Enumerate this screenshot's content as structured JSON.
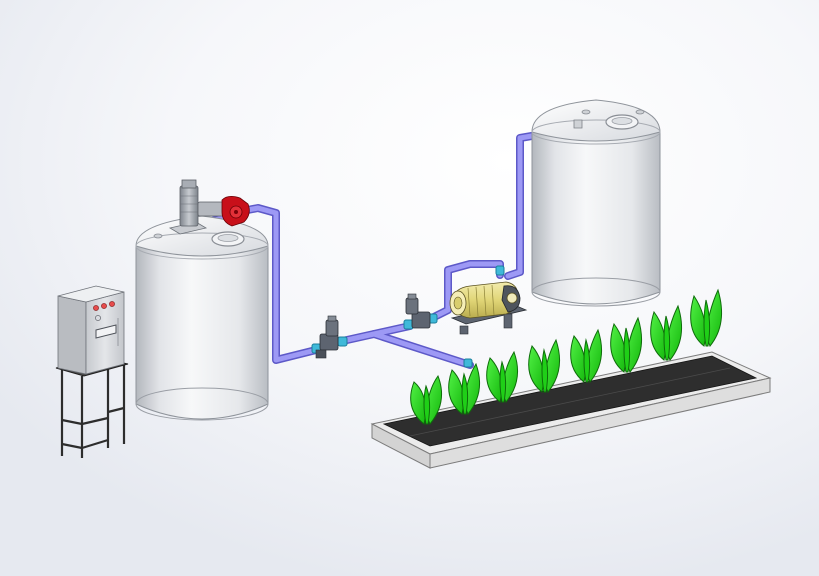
{
  "scene": {
    "background": "#ffffff",
    "background_glow": "#e8ecf4",
    "colors": {
      "tank_light": "#f4f5f7",
      "tank_mid": "#dadde2",
      "tank_dark": "#a9adb3",
      "pipe": "#8e8af0",
      "pipe_dark": "#5d59c8",
      "fitting": "#3fb9d9",
      "valve": "#5d6470",
      "motor_grey": "#9aa0a8",
      "gearbox_red": "#c8101a",
      "pump_yellow": "#e7dd86",
      "bed_frame": "#e9e9e9",
      "soil": "#2e2e2e",
      "plant_green": "#23e01a",
      "plant_dark": "#0e6d0a",
      "cabinet": "#d6d8dc",
      "stand": "#3a3a3a"
    },
    "components": [
      {
        "id": "mixing-tank",
        "icon": "tank-icon"
      },
      {
        "id": "agitator-motor",
        "icon": "motor-icon"
      },
      {
        "id": "control-cabinet",
        "icon": "control-panel-icon"
      },
      {
        "id": "storage-tank",
        "icon": "tank-icon"
      },
      {
        "id": "transfer-pump",
        "icon": "pump-icon"
      },
      {
        "id": "solenoid-valve-1",
        "icon": "valve-icon"
      },
      {
        "id": "solenoid-valve-2",
        "icon": "valve-icon"
      },
      {
        "id": "planting-bed",
        "icon": "planter-icon"
      }
    ],
    "plant_count": 8,
    "cabinet_indicator_lights": 4
  }
}
